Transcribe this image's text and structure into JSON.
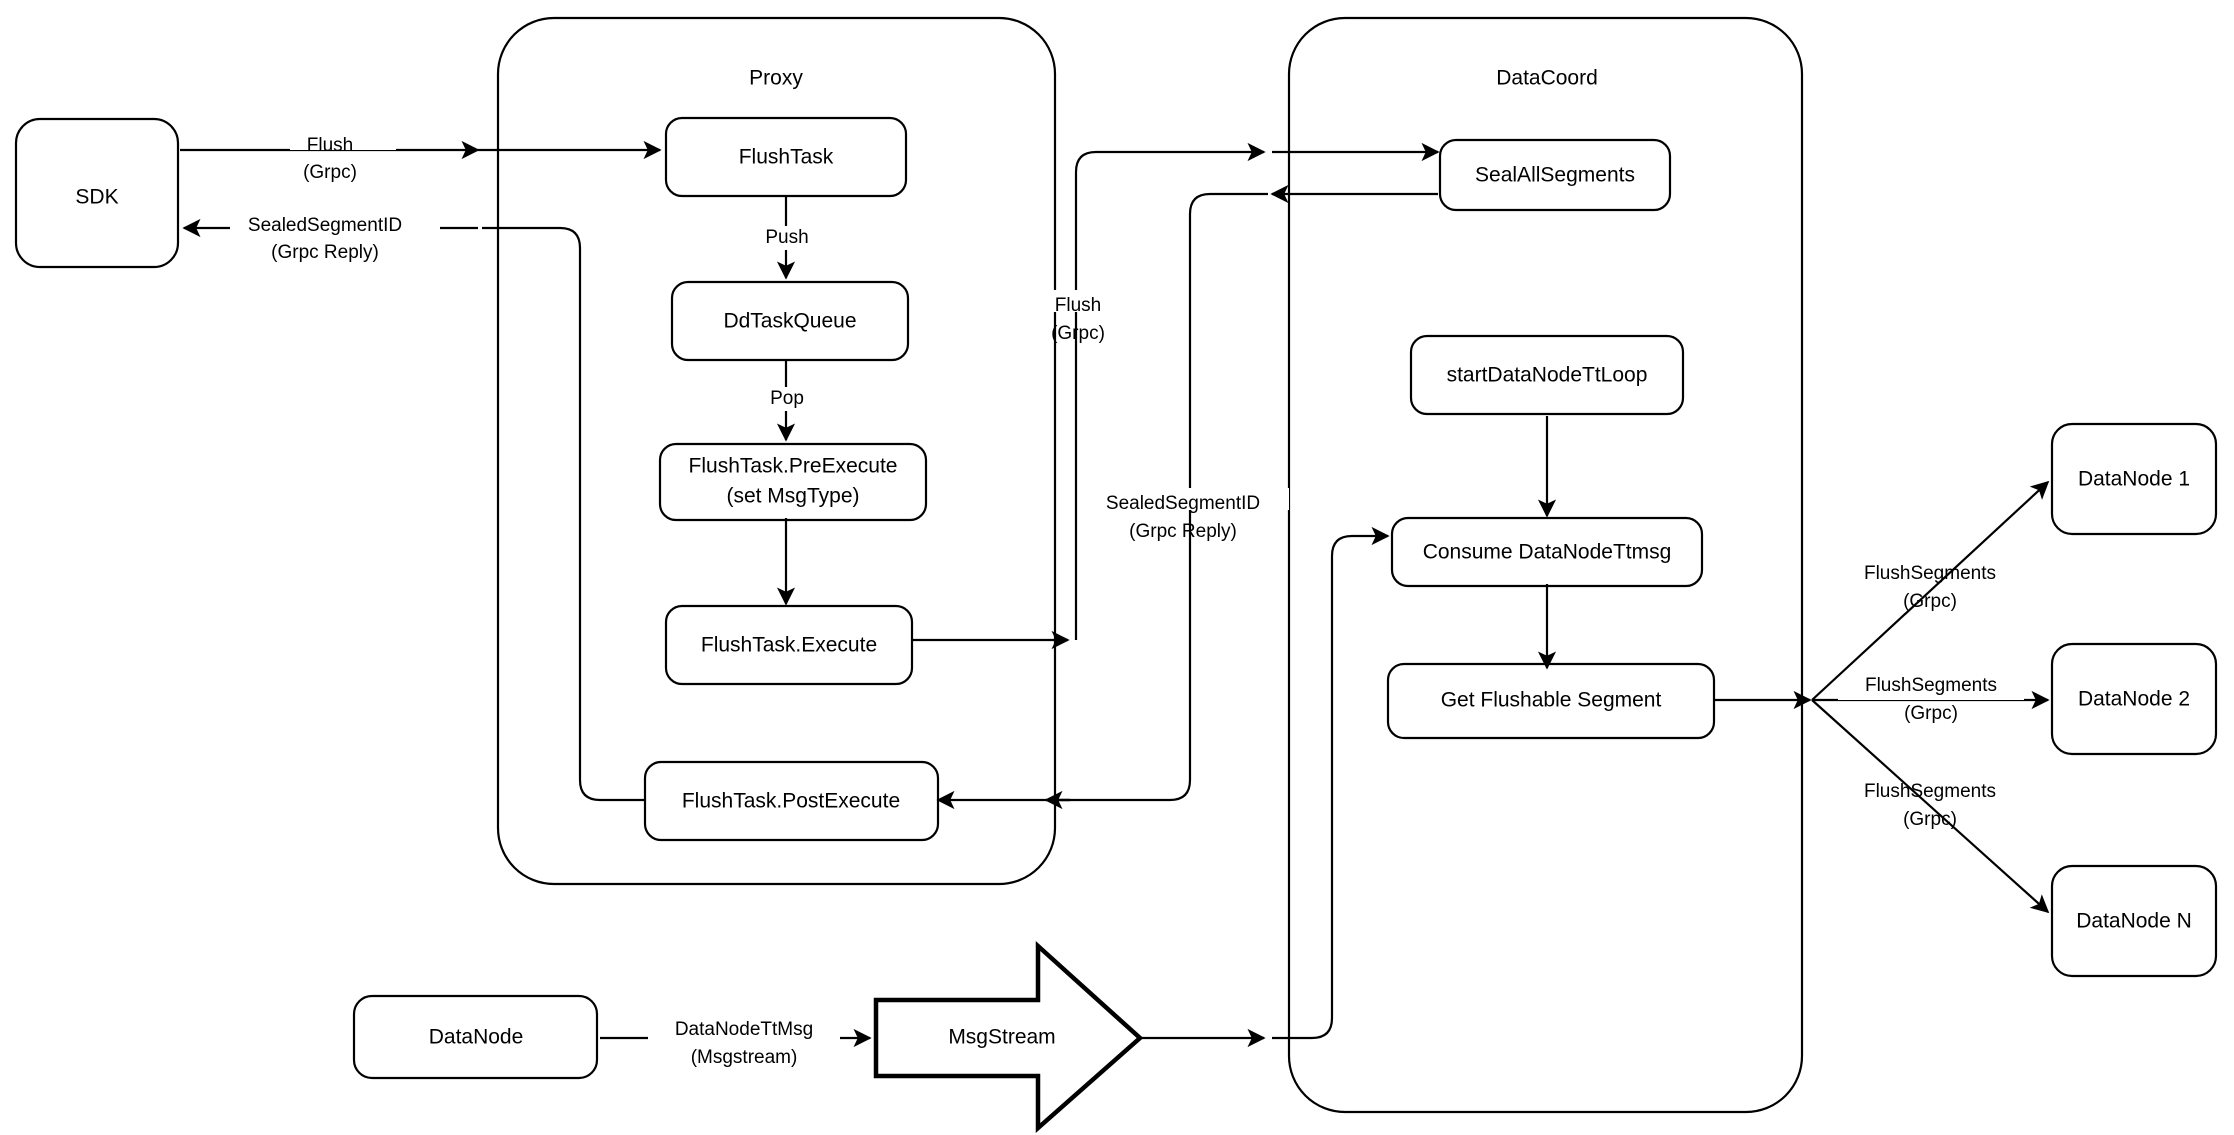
{
  "diagram": {
    "title": "Milvus Flush Sequence Architecture",
    "background_color": "#ffffff",
    "stroke_color": "#000000",
    "fill_color": "#ffffff"
  },
  "groups": {
    "proxy": {
      "label": "Proxy"
    },
    "datacoord": {
      "label": "DataCoord"
    }
  },
  "nodes": {
    "sdk": {
      "label": "SDK"
    },
    "flush_task": {
      "label": "FlushTask"
    },
    "dd_task_queue": {
      "label": "DdTaskQueue"
    },
    "pre_execute_line1": {
      "label": "FlushTask.PreExecute"
    },
    "pre_execute_line2": {
      "label": "(set MsgType)"
    },
    "execute": {
      "label": "FlushTask.Execute"
    },
    "post_execute": {
      "label": "FlushTask.PostExecute"
    },
    "seal_all_segments": {
      "label": "SealAllSegments"
    },
    "start_datanode_tt_loop": {
      "label": "startDataNodeTtLoop"
    },
    "consume_datanode_ttmsg": {
      "label": "Consume DataNodeTtmsg"
    },
    "get_flushable_segment": {
      "label": "Get Flushable Segment"
    },
    "datanode_1": {
      "label": "DataNode 1"
    },
    "datanode_2": {
      "label": "DataNode 2"
    },
    "datanode_n": {
      "label": "DataNode N"
    },
    "datanode_source": {
      "label": "DataNode"
    },
    "msgstream": {
      "label": "MsgStream"
    }
  },
  "edge_labels": {
    "sdk_flush_l1": {
      "label": "Flush"
    },
    "sdk_flush_l2": {
      "label": "(Grpc)"
    },
    "sdk_reply_l1": {
      "label": "SealedSegmentID"
    },
    "sdk_reply_l2": {
      "label": "(Grpc Reply)"
    },
    "push": {
      "label": "Push"
    },
    "pop": {
      "label": "Pop"
    },
    "proxy_flush_l1": {
      "label": "Flush"
    },
    "proxy_flush_l2": {
      "label": "(Grpc)"
    },
    "proxy_reply_l1": {
      "label": "SealedSegmentID"
    },
    "proxy_reply_l2": {
      "label": "(Grpc Reply)"
    },
    "flush_segments_1_l1": {
      "label": "FlushSegments"
    },
    "flush_segments_1_l2": {
      "label": "(Grpc)"
    },
    "flush_segments_2_l1": {
      "label": "FlushSegments"
    },
    "flush_segments_2_l2": {
      "label": "(Grpc)"
    },
    "flush_segments_n_l1": {
      "label": "FlushSegments"
    },
    "flush_segments_n_l2": {
      "label": "(Grpc)"
    },
    "datanode_ttmsg_l1": {
      "label": "DataNodeTtMsg"
    },
    "datanode_ttmsg_l2": {
      "label": "(Msgstream)"
    }
  }
}
